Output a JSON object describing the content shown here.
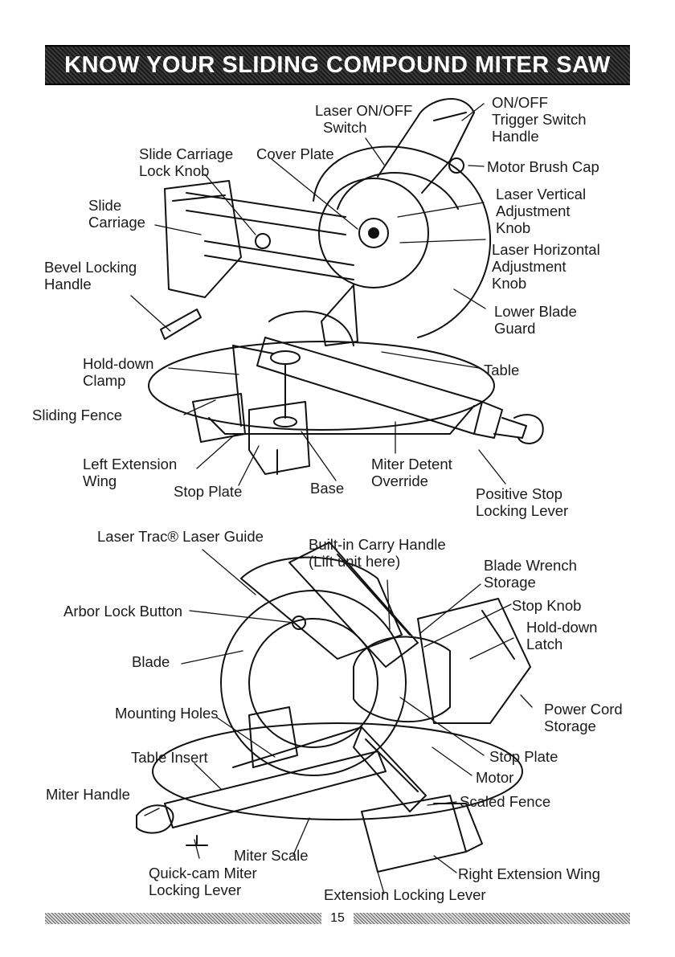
{
  "title": "KNOW YOUR SLIDING COMPOUND MITER SAW",
  "page_number": "15",
  "top_figure": {
    "labels": {
      "laser_switch": [
        "Laser ON/OFF",
        "Switch"
      ],
      "trigger": [
        "ON/OFF",
        "Trigger Switch",
        "Handle"
      ],
      "slide_lock": [
        "Slide Carriage",
        "Lock Knob"
      ],
      "cover_plate": [
        "Cover Plate"
      ],
      "brush_cap": [
        "Motor Brush Cap"
      ],
      "slide_carriage": [
        "Slide",
        "Carriage"
      ],
      "laser_vertical": [
        "Laser Vertical",
        "Adjustment",
        "Knob"
      ],
      "bevel": [
        "Bevel Locking",
        "Handle"
      ],
      "laser_horizontal": [
        "Laser Horizontal",
        "Adjustment",
        "Knob"
      ],
      "lower_guard": [
        "Lower Blade",
        "Guard"
      ],
      "hold_down_clamp": [
        "Hold-down",
        "Clamp"
      ],
      "table": [
        "Table"
      ],
      "sliding_fence": [
        "Sliding Fence"
      ],
      "left_wing": [
        "Left Extension",
        "Wing"
      ],
      "stop_plate": [
        "Stop Plate"
      ],
      "base": [
        "Base"
      ],
      "miter_detent": [
        "Miter Detent",
        "Override"
      ],
      "positive_stop": [
        "Positive Stop",
        "Locking Lever"
      ]
    }
  },
  "bottom_figure": {
    "labels": {
      "laser_trac": [
        "Laser Trac® Laser Guide"
      ],
      "carry_handle": [
        "Built-in Carry Handle",
        "(Lift unit here)"
      ],
      "wrench": [
        "Blade Wrench",
        "Storage"
      ],
      "arbor": [
        "Arbor Lock Button"
      ],
      "stop_knob": [
        "Stop Knob"
      ],
      "hold_down_latch": [
        "Hold-down",
        "Latch"
      ],
      "blade": [
        "Blade"
      ],
      "mounting": [
        "Mounting Holes"
      ],
      "power_cord": [
        "Power Cord",
        "Storage"
      ],
      "table_insert": [
        "Table Insert"
      ],
      "stop_plate2": [
        "Stop Plate"
      ],
      "motor": [
        "Motor"
      ],
      "miter_handle": [
        "Miter Handle"
      ],
      "scaled_fence": [
        "Scaled Fence"
      ],
      "miter_scale": [
        "Miter Scale"
      ],
      "quick_cam": [
        "Quick-cam Miter",
        "Locking Lever"
      ],
      "right_wing": [
        "Right Extension Wing"
      ],
      "ext_lock": [
        "Extension Locking Lever"
      ]
    }
  }
}
